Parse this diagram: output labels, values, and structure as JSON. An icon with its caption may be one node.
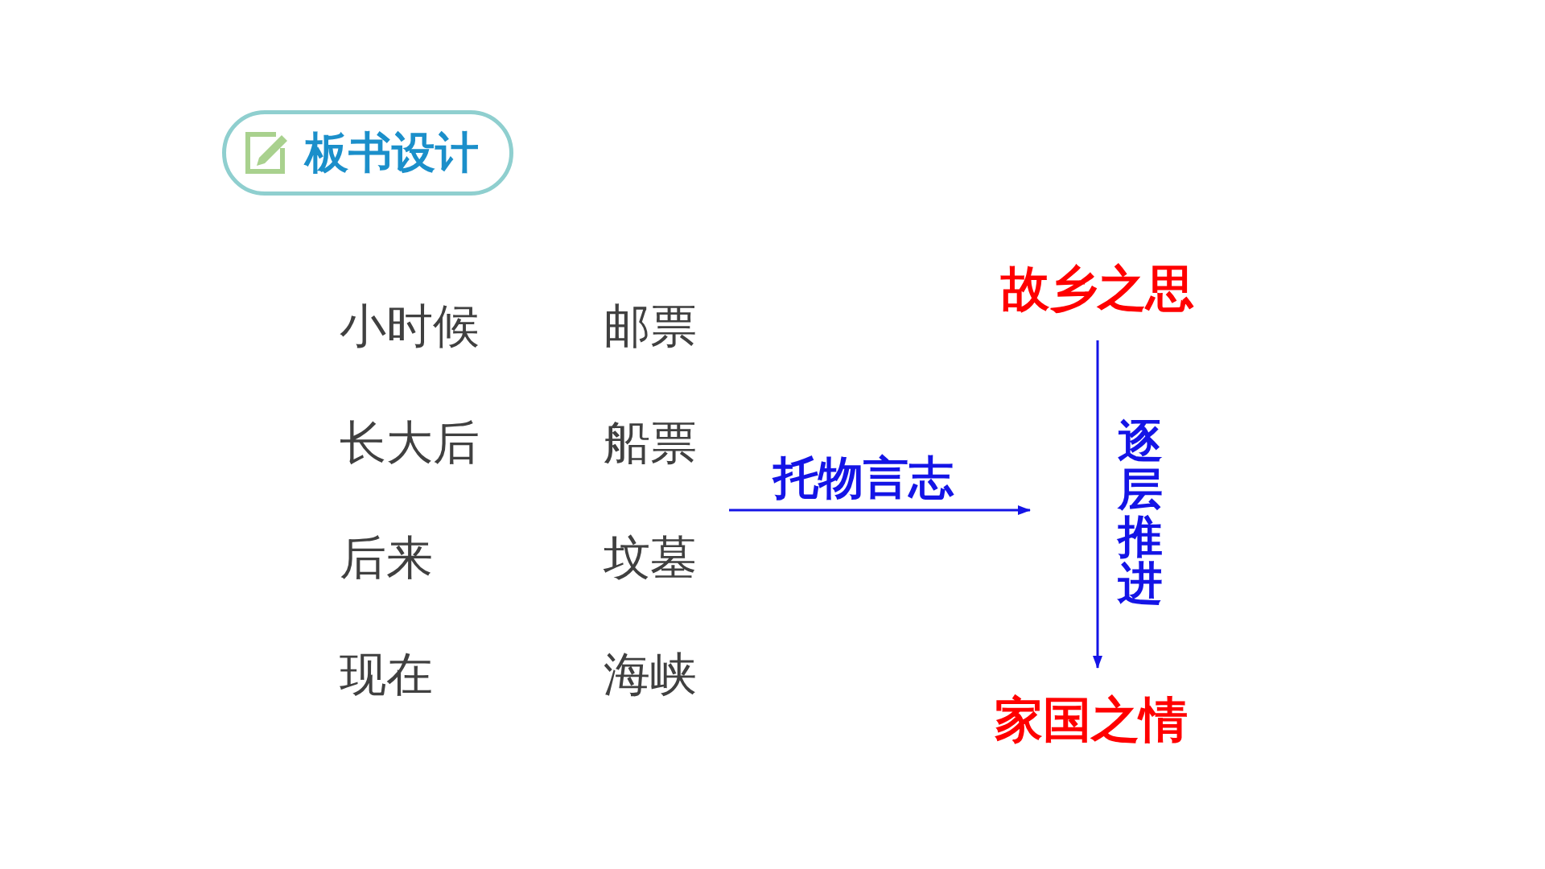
{
  "diagram": {
    "title": "板书设计",
    "nodes": [
      {
        "text": [
          "故乡之思"
        ]
      },
      {
        "text": [
          "家国之情"
        ]
      }
    ],
    "edges": [
      {
        "from": 0,
        "to": 1,
        "arrow": "to",
        "label": "逐层推进"
      }
    ],
    "labels": [
      "小时候",
      "邮票",
      "长大后",
      "船票",
      "托物言志",
      "后来",
      "坟墓",
      "现在",
      "海峡"
    ]
  }
}
